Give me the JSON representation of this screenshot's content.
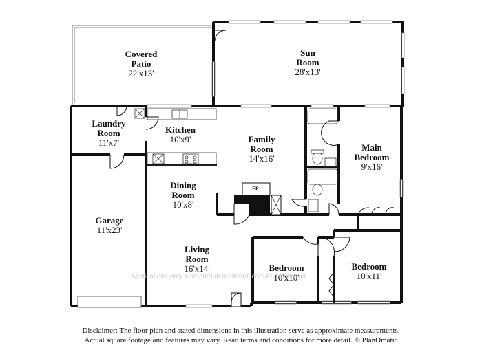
{
  "rooms": {
    "covered_patio": {
      "name_line1": "Covered",
      "name_line2": "Patio",
      "dims": "22'x13'"
    },
    "sun_room": {
      "name_line1": "Sun",
      "name_line2": "Room",
      "dims": "28'x13'"
    },
    "laundry_room": {
      "name_line1": "Laundry",
      "name_line2": "Room",
      "dims": "11'x7'"
    },
    "kitchen": {
      "name_line1": "Kitchen",
      "dims": "10'x9'"
    },
    "family_room": {
      "name_line1": "Family",
      "name_line2": "Room",
      "dims": "14'x16'"
    },
    "main_bedroom": {
      "name_line1": "Main",
      "name_line2": "Bedroom",
      "dims": "9'x16'"
    },
    "dining_room": {
      "name_line1": "Dining",
      "name_line2": "Room",
      "dims": "10'x8'"
    },
    "garage": {
      "name_line1": "Garage",
      "dims": "11'x23'"
    },
    "living_room": {
      "name_line1": "Living",
      "name_line2": "Room",
      "dims": "16'x14'"
    },
    "bedroom_a": {
      "name_line1": "Bedroom",
      "dims": "10'x10'"
    },
    "bedroom_b": {
      "name_line1": "Bedroom",
      "dims": "10'x11'"
    }
  },
  "fireplace_label": "FP",
  "watermark": "Applications only accepted at realtimefl.com/ld rentals/lpd",
  "disclaimer": {
    "line1": "Disclaimer: The floor plan and stated dimensions in this illustration serve as approximate measurements.",
    "line2": "Actual square footage and features may vary. Read terms and conditions for more detail. © PlanOmatic"
  },
  "colors": {
    "wall": "#111111",
    "window": "#8a8a8a",
    "background": "#ffffff"
  }
}
